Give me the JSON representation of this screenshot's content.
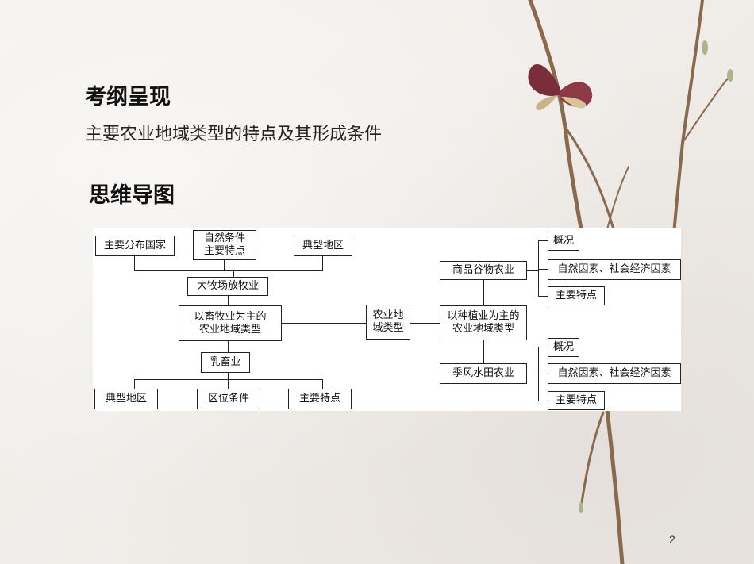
{
  "slide": {
    "heading1": "考纲呈现",
    "subtitle": "主要农业地域类型的特点及其形成条件",
    "heading2": "思维导图",
    "page_number": "2"
  },
  "mindmap": {
    "center": "农业地\n域类型",
    "left": {
      "root": "以畜牧业为主的\n农业地域类型",
      "upper": {
        "name": "大牧场放牧业",
        "children": [
          "主要分布国家",
          "自然条件\n主要特点",
          "典型地区"
        ]
      },
      "lower": {
        "name": "乳畜业",
        "children": [
          "典型地区",
          "区位条件",
          "主要特点"
        ]
      }
    },
    "right": {
      "root": "以种植业为主的\n农业地域类型",
      "upper": {
        "name": "商品谷物农业",
        "children": [
          "概况",
          "自然因素、社会经济因素",
          "主要特点"
        ]
      },
      "lower": {
        "name": "季风水田农业",
        "children": [
          "概况",
          "自然因素、社会经济因素",
          "主要特点"
        ]
      }
    }
  }
}
